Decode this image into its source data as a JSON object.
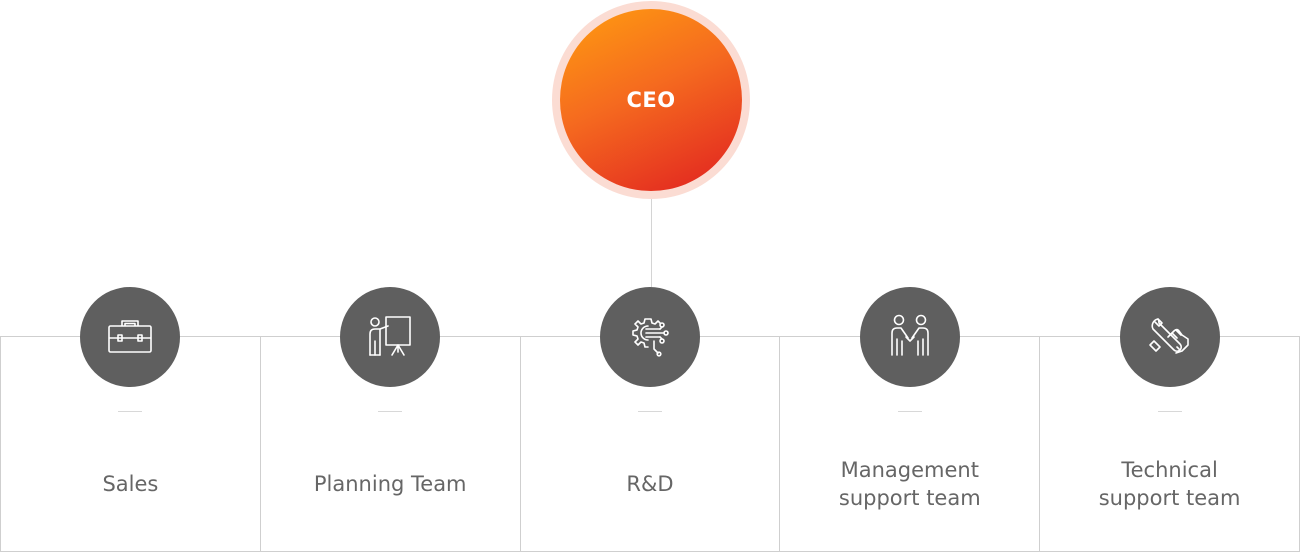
{
  "ceo": {
    "label": "CEO"
  },
  "departments": [
    {
      "label": "Sales",
      "icon": "briefcase-icon"
    },
    {
      "label": "Planning Team",
      "icon": "presentation-icon"
    },
    {
      "label": "R&D",
      "icon": "gear-circuit-icon"
    },
    {
      "label": "Management\nsupport team",
      "icon": "handshake-people-icon"
    },
    {
      "label": "Technical\nsupport team",
      "icon": "wrench-hand-icon"
    }
  ],
  "colors": {
    "ceo_gradient_start": "#ff9d10",
    "ceo_gradient_end": "#e02020",
    "icon_circle": "#5f5f5f",
    "label_text": "#666666"
  }
}
